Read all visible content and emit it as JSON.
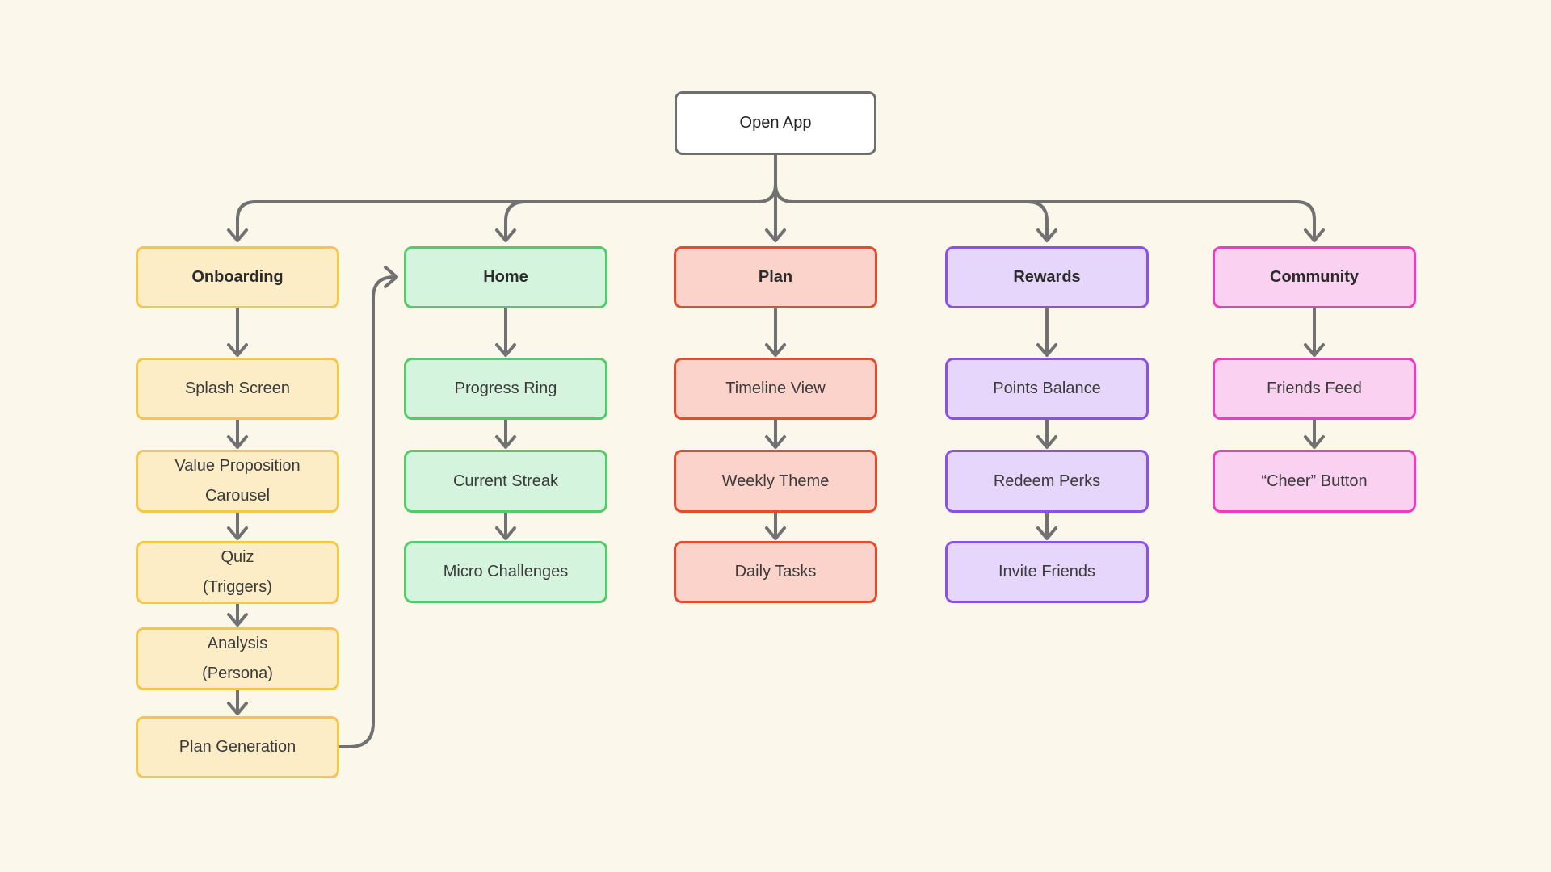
{
  "colors": {
    "background": "#FBF7EA",
    "connector": "#717171",
    "root_fill": "#FFFFFF",
    "root_border": "#6E6E6E"
  },
  "themes": {
    "yellow": {
      "fill": "#FCEDC7",
      "border": "#F6C64B"
    },
    "green": {
      "fill": "#D5F4DD",
      "border": "#56C96A"
    },
    "red": {
      "fill": "#FCD3CB",
      "border": "#E84B2C"
    },
    "purple": {
      "fill": "#E6D6FC",
      "border": "#8A50EC"
    },
    "pink": {
      "fill": "#FBD1F1",
      "border": "#EF3CBF"
    }
  },
  "diagram": {
    "root": {
      "label": "Open App"
    },
    "columns": [
      {
        "label": "Onboarding",
        "children": [
          {
            "label": "Splash Screen"
          },
          {
            "label": "Value Proposition\nCarousel"
          },
          {
            "label": "Quiz\n(Triggers)"
          },
          {
            "label": "Analysis\n(Persona)"
          },
          {
            "label": "Plan Generation"
          }
        ]
      },
      {
        "label": "Home",
        "children": [
          {
            "label": "Progress Ring"
          },
          {
            "label": "Current Streak"
          },
          {
            "label": "Micro Challenges"
          }
        ]
      },
      {
        "label": "Plan",
        "children": [
          {
            "label": "Timeline View"
          },
          {
            "label": "Weekly Theme"
          },
          {
            "label": "Daily Tasks"
          }
        ]
      },
      {
        "label": "Rewards",
        "children": [
          {
            "label": "Points Balance"
          },
          {
            "label": "Redeem Perks"
          },
          {
            "label": "Invite Friends"
          }
        ]
      },
      {
        "label": "Community",
        "children": [
          {
            "label": "Friends Feed"
          },
          {
            "label": "“Cheer” Button"
          }
        ]
      }
    ],
    "edges": [
      {
        "from": "Open App",
        "to": "Onboarding"
      },
      {
        "from": "Open App",
        "to": "Home"
      },
      {
        "from": "Open App",
        "to": "Plan"
      },
      {
        "from": "Open App",
        "to": "Rewards"
      },
      {
        "from": "Open App",
        "to": "Community"
      },
      {
        "from": "Onboarding",
        "to": "Splash Screen"
      },
      {
        "from": "Splash Screen",
        "to": "Value Proposition Carousel"
      },
      {
        "from": "Value Proposition Carousel",
        "to": "Quiz (Triggers)"
      },
      {
        "from": "Quiz (Triggers)",
        "to": "Analysis (Persona)"
      },
      {
        "from": "Analysis (Persona)",
        "to": "Plan Generation"
      },
      {
        "from": "Plan Generation",
        "to": "Home"
      },
      {
        "from": "Home",
        "to": "Progress Ring"
      },
      {
        "from": "Progress Ring",
        "to": "Current Streak"
      },
      {
        "from": "Current Streak",
        "to": "Micro Challenges"
      },
      {
        "from": "Plan",
        "to": "Timeline View"
      },
      {
        "from": "Timeline View",
        "to": "Weekly Theme"
      },
      {
        "from": "Weekly Theme",
        "to": "Daily Tasks"
      },
      {
        "from": "Rewards",
        "to": "Points Balance"
      },
      {
        "from": "Points Balance",
        "to": "Redeem Perks"
      },
      {
        "from": "Redeem Perks",
        "to": "Invite Friends"
      },
      {
        "from": "Community",
        "to": "Friends Feed"
      },
      {
        "from": "Friends Feed",
        "to": "“Cheer” Button"
      }
    ]
  }
}
